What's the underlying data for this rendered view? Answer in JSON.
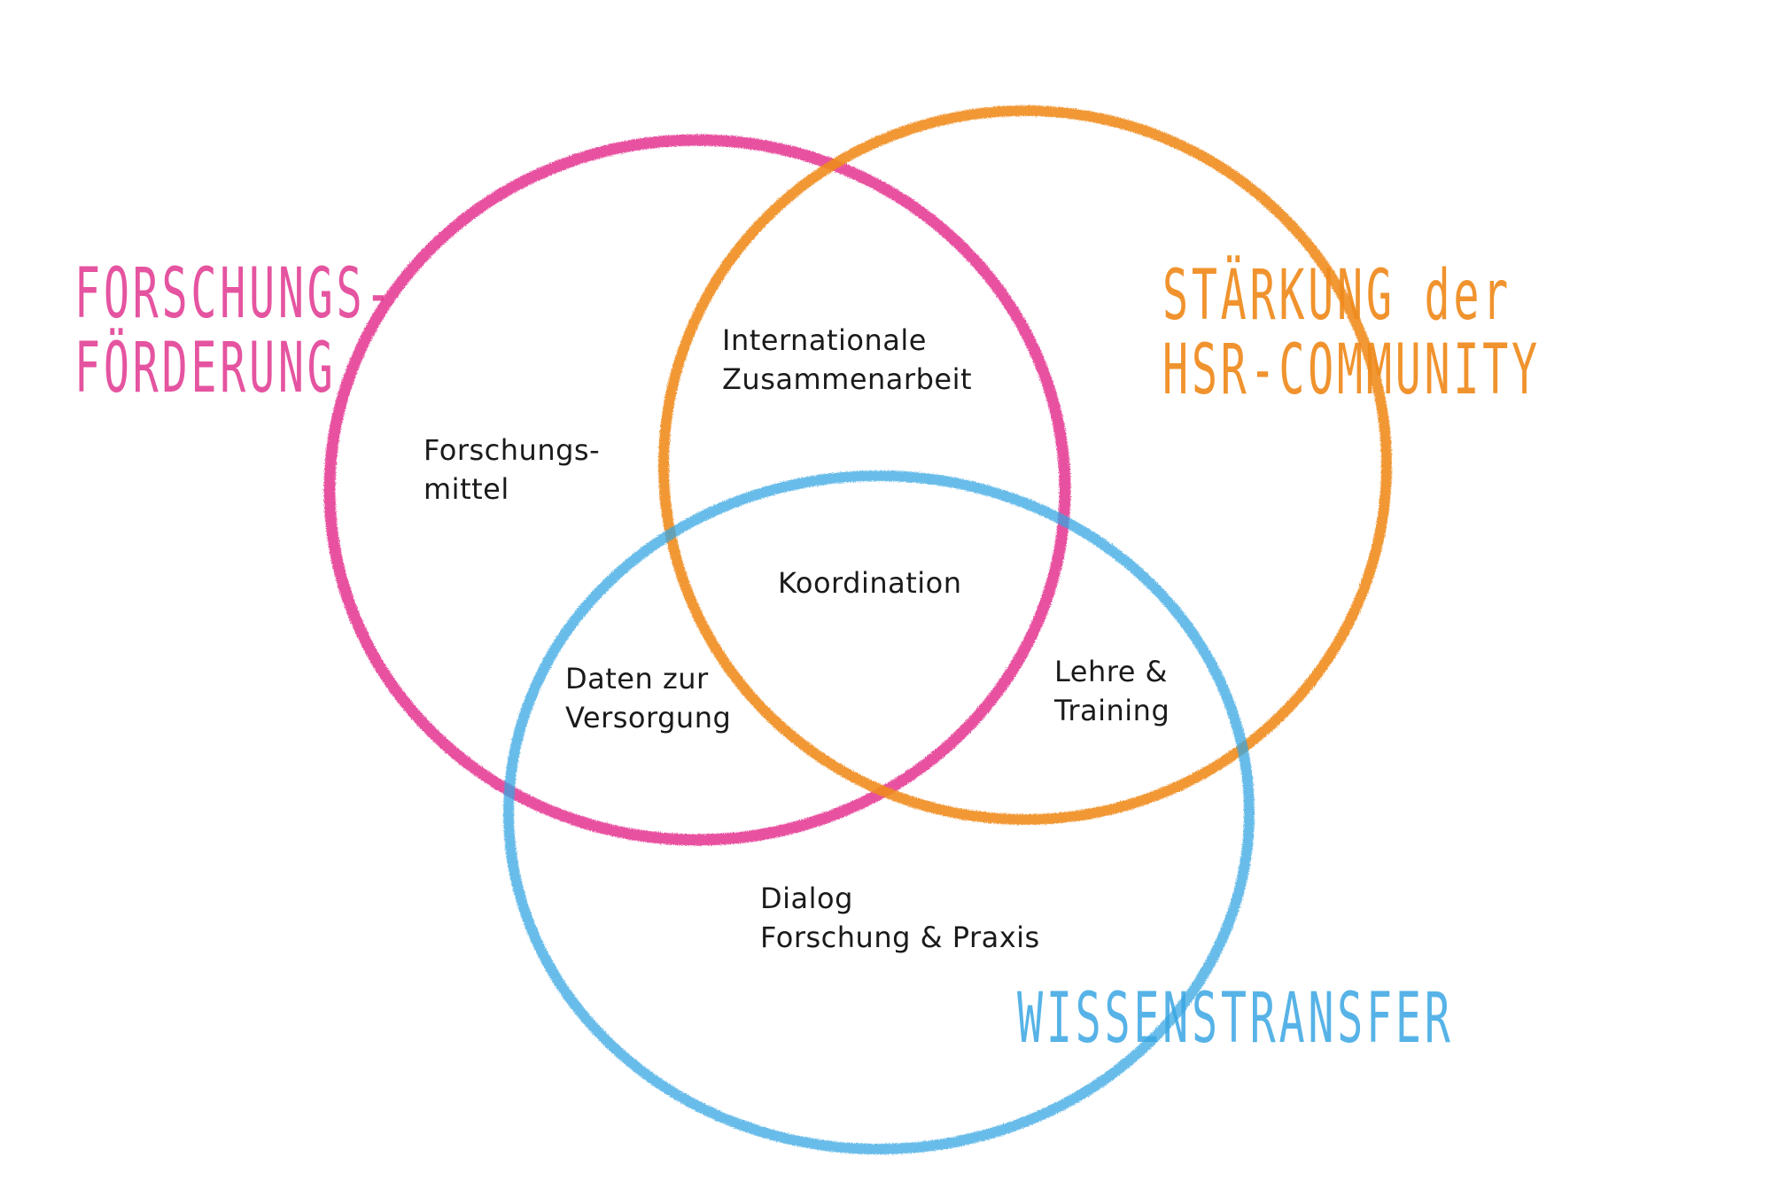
{
  "colors": {
    "pink": "#e4338f",
    "orange": "#f08c1e",
    "blue": "#35a5e2",
    "text": "#1a1a1a"
  },
  "sets": {
    "forschungsfoerderung": {
      "line1": "FORSCHUNGS-",
      "line2": "FÖRDERUNG"
    },
    "staerkung": {
      "line1": "STÄRKUNG der",
      "line2": "HSR-COMMUNITY"
    },
    "wissenstransfer": {
      "line1": "WISSENSTRANSFER"
    }
  },
  "regions": {
    "forschungsmittel": {
      "line1": "Forschungs-",
      "line2": "mittel"
    },
    "international": {
      "line1": "Internationale",
      "line2": "Zusammenarbeit"
    },
    "koordination": {
      "line1": "Koordination"
    },
    "daten": {
      "line1": "Daten zur",
      "line2": "Versorgung"
    },
    "lehre": {
      "line1": "Lehre &",
      "line2": "Training"
    },
    "dialog": {
      "line1": "Dialog",
      "line2": "Forschung & Praxis"
    }
  }
}
